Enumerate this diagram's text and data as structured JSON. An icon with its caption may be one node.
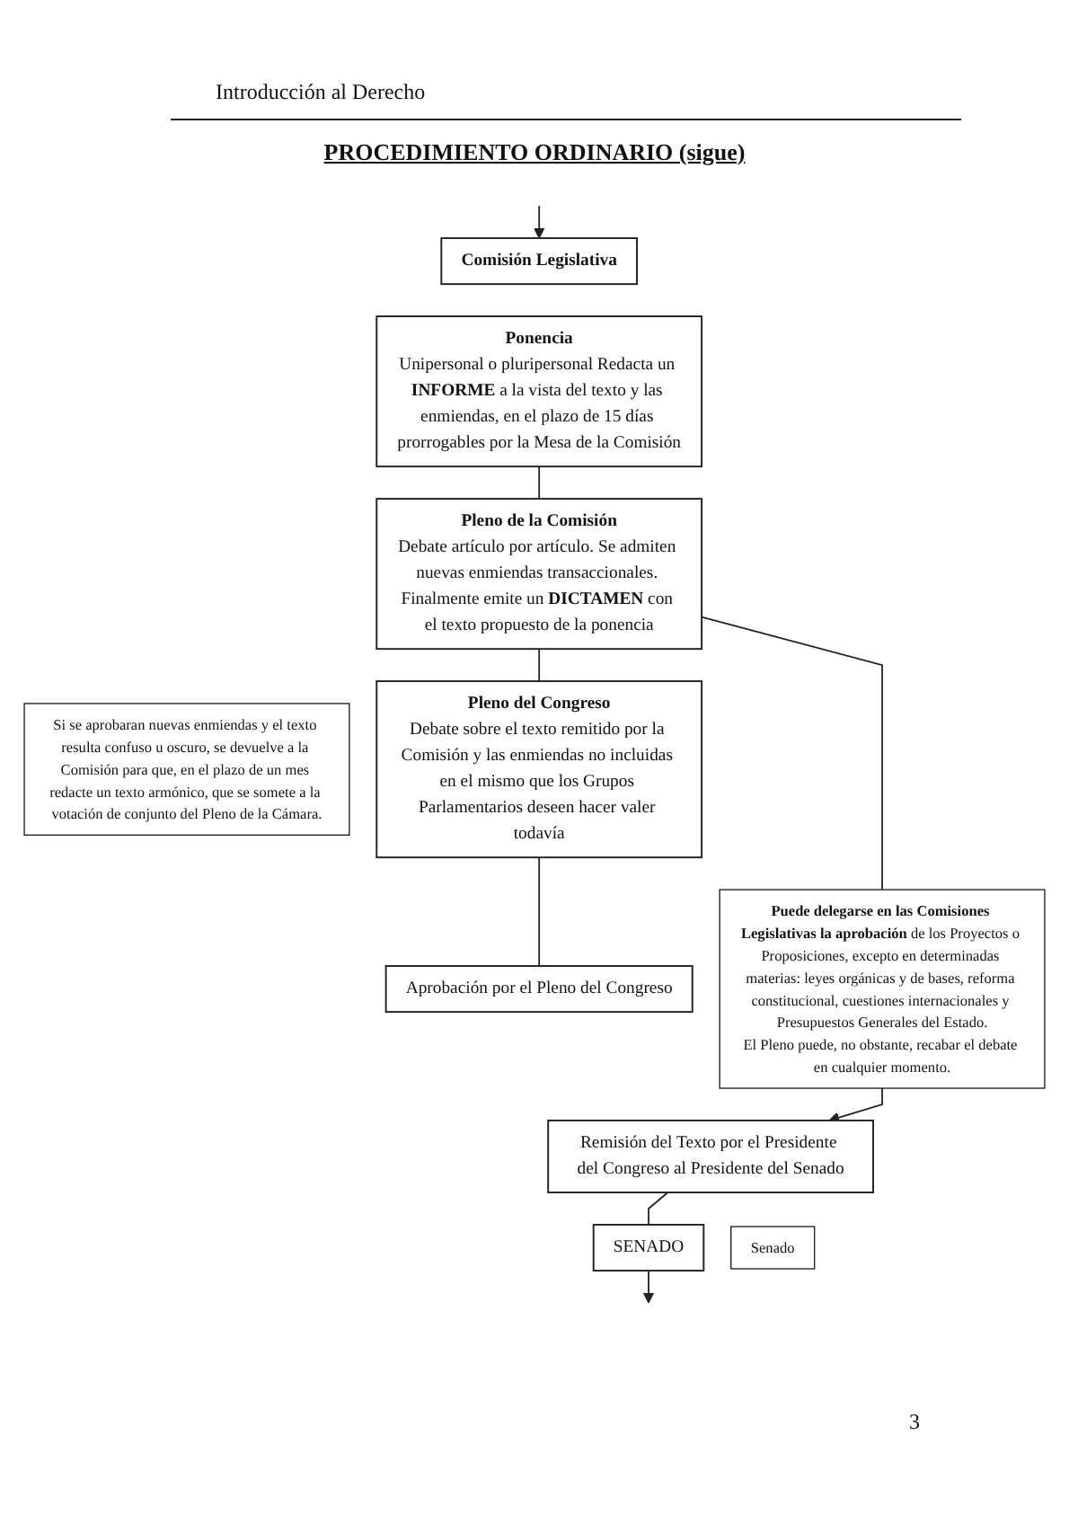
{
  "diagram": {
    "title": "PROCEDIMIENTO ORDINARIO (sigue)",
    "nodes": [
      {
        "text": [
          "Comisión Legislativa"
        ]
      },
      {
        "text": [
          "Ponencia",
          "Unipersonal o pluripersonal Redacta un **INFORME** a la vista del texto y las enmiendas, en el plazo de 15 días prorrogables por la Mesa de la Comisión"
        ]
      },
      {
        "text": [
          "Pleno de la Comisión",
          "Debate artículo por artículo. Se admiten nuevas enmiendas transaccionales. Finalmente emite un **DICTAMEN** con el texto propuesto de la ponencia"
        ]
      },
      {
        "text": [
          "**Puede delegarse en las Comisiones Legislativas la aprobación** de los Proyectos o Proposiciones, excepto en determinadas materias: leyes orgánicas y de bases, reforma constitucional, cuestiones internacionales y Presupuestos Generales del Estado.",
          "El Pleno puede, no obstante, recabar el debate en cualquier momento."
        ]
      },
      {
        "text": [
          "Pleno del Congreso",
          "Debate sobre el texto remitido por la Comisión y las enmiendas no incluidas en el mismo que los Grupos Parlamentarios deseen hacer valer todavía"
        ]
      },
      {
        "text": [
          "Si se aprobaran nuevas enmiendas y el texto resulta confuso u oscuro, se devuelve a la Comisión para que, en el plazo de un mes redacte un texto armónico, que se somete a la votación de conjunto del Pleno de la Cámara."
        ]
      },
      {
        "text": [
          "Aprobación por el Pleno del Congreso"
        ]
      },
      {
        "text": [
          "Remisión del Texto por el Presidente del Congreso al Presidente del Senado"
        ]
      },
      {
        "text": [
          "SENADO"
        ]
      },
      {
        "text": [
          "Senado"
        ]
      }
    ],
    "edges": [
      {
        "from": null,
        "to": 0,
        "arrow": "to"
      },
      {
        "from": 1,
        "to": 2,
        "arrow": "none"
      },
      {
        "from": 2,
        "to": 4,
        "arrow": "none"
      },
      {
        "from": 2,
        "to": 3,
        "arrow": "none"
      },
      {
        "from": 4,
        "to": 6,
        "arrow": "none"
      },
      {
        "from": 3,
        "to": 7,
        "arrow": "to"
      },
      {
        "from": 7,
        "to": 8,
        "arrow": "none"
      },
      {
        "from": 8,
        "to": null,
        "arrow": "to"
      }
    ],
    "labels": [
      "Introducción al Derecho",
      "3"
    ]
  }
}
